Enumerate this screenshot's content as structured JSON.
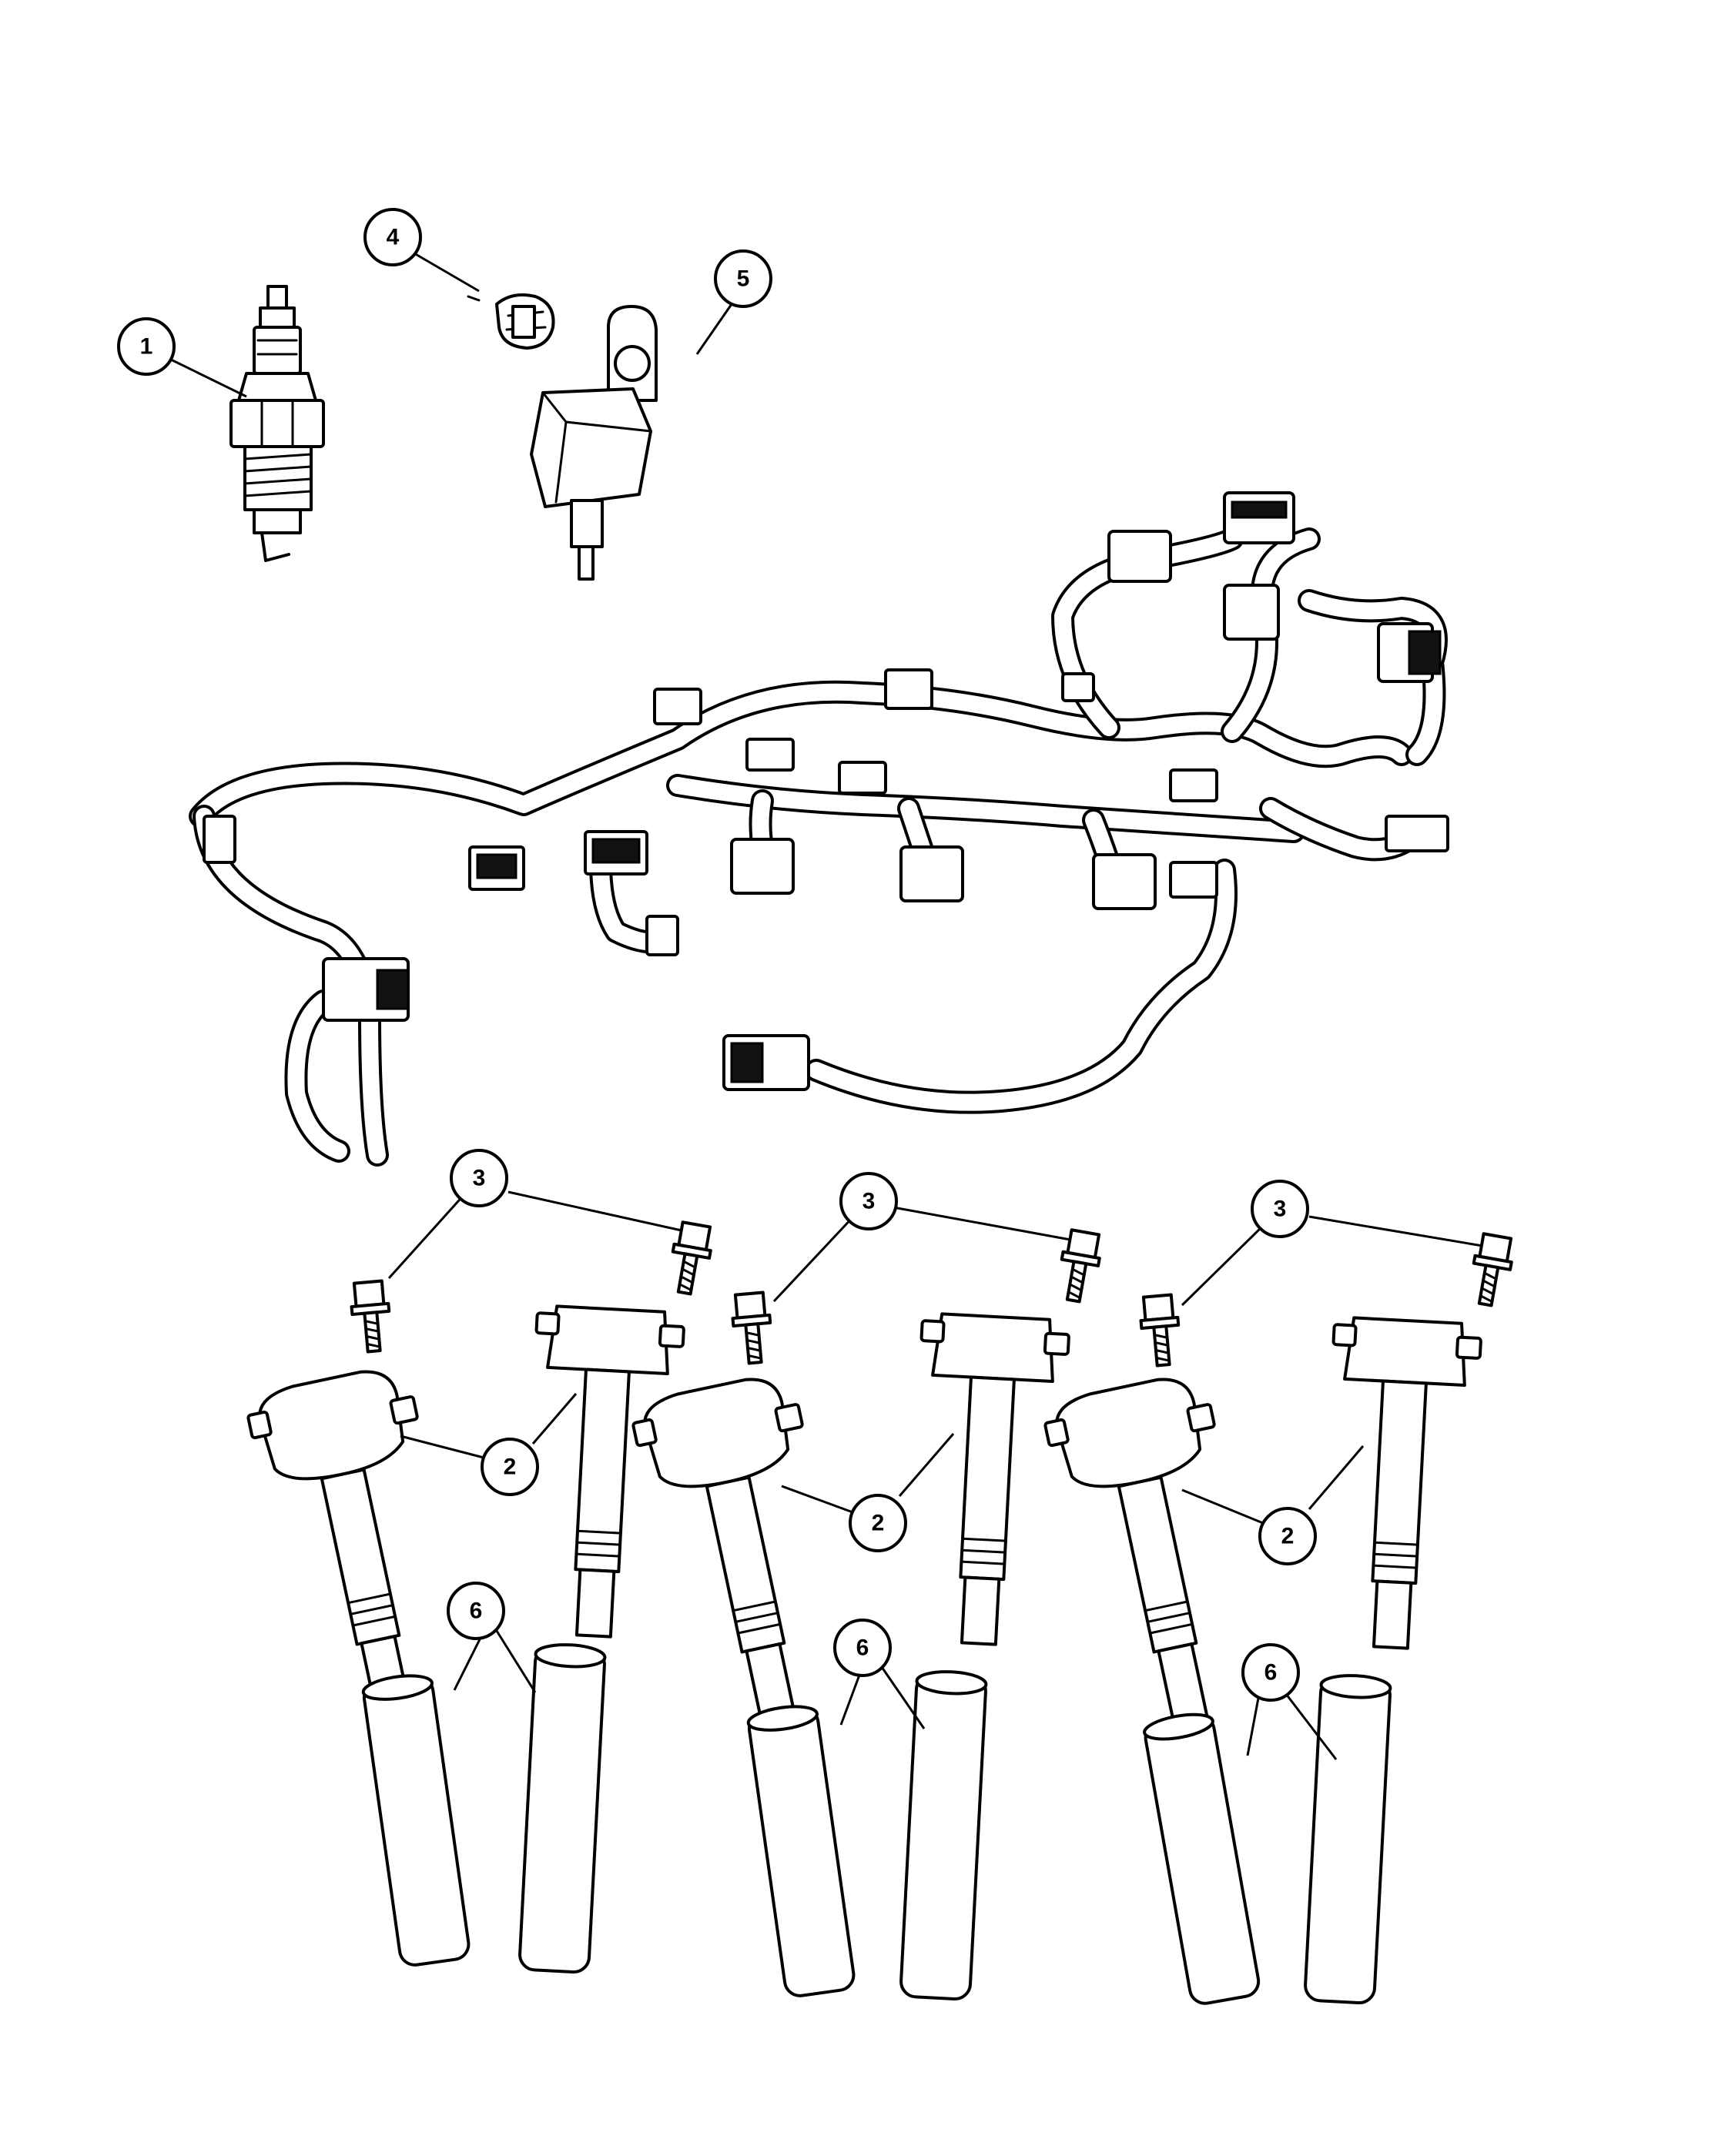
{
  "callouts": {
    "c1": "1",
    "c2a": "2",
    "c2b": "2",
    "c2c": "2",
    "c3a": "3",
    "c3b": "3",
    "c3c": "3",
    "c4": "4",
    "c5": "5",
    "c6a": "6",
    "c6b": "6",
    "c6c": "6"
  }
}
